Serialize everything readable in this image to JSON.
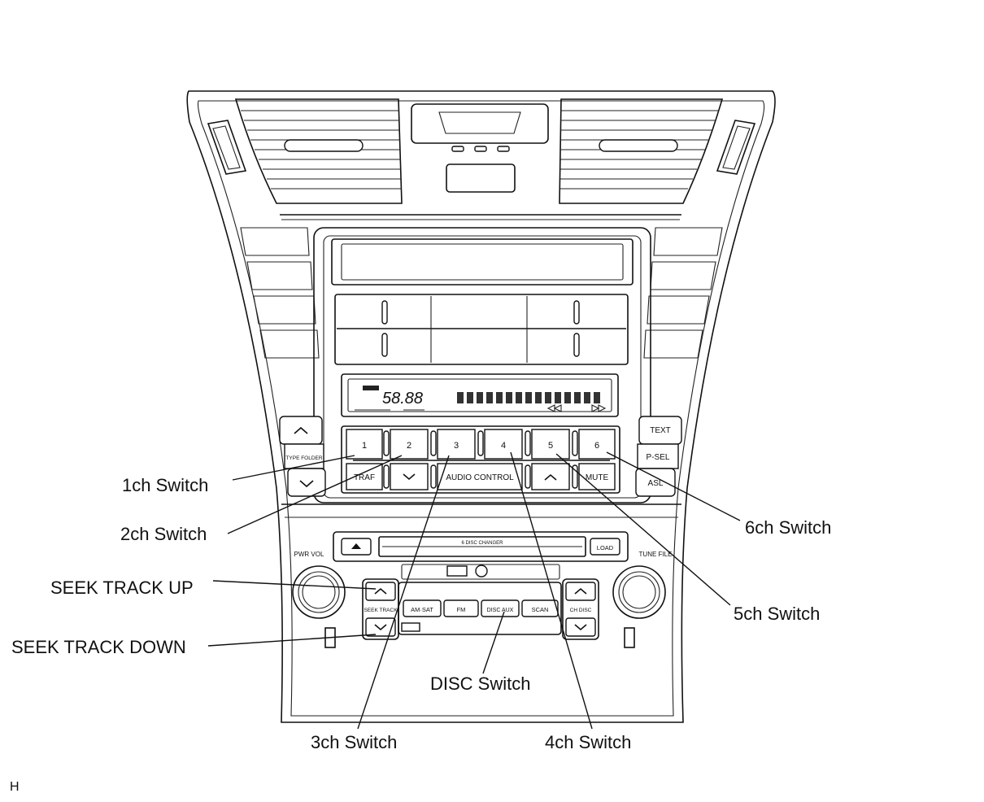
{
  "callouts": {
    "ch1": "1ch Switch",
    "ch2": "2ch Switch",
    "ch3": "3ch Switch",
    "ch4": "4ch Switch",
    "ch5": "5ch Switch",
    "ch6": "6ch Switch",
    "seek_up": "SEEK TRACK UP",
    "seek_down": "SEEK TRACK DOWN",
    "disc": "DISC Switch"
  },
  "corner_mark": "H",
  "panel_labels": {
    "preset_1": "1",
    "preset_2": "2",
    "preset_3": "3",
    "preset_4": "4",
    "preset_5": "5",
    "preset_6": "6",
    "traf": "TRAF",
    "audio_control": "AUDIO CONTROL",
    "mute": "MUTE",
    "text": "TEXT",
    "p_sel": "P-SEL",
    "asl": "ASL",
    "type_folder": "TYPE FOLDER",
    "pwr_vol": "PWR VOL",
    "tune_file": "TUNE FILE",
    "load": "LOAD",
    "am_sat": "AM·SAT",
    "fm": "FM",
    "disc_aux": "DISC AUX",
    "scan": "SCAN",
    "seek_track": "SEEK TRACK",
    "ch_disc": "CH DISC",
    "disc_changer": "6 DISC CHANGER",
    "lcd_digits": "58.88"
  }
}
